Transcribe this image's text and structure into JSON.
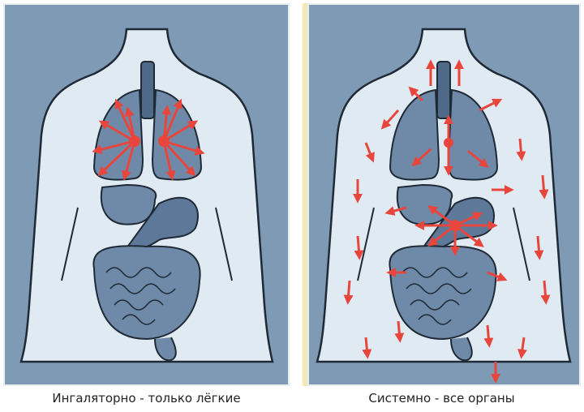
{
  "figure": {
    "left_panel": {
      "caption": "Ингаляторно - только лёгкие",
      "arrow_color": "#e8463c",
      "highlighted_organ": "lungs"
    },
    "right_panel": {
      "caption": "Системно - все органы",
      "arrow_color": "#e8463c",
      "highlighted_organ": "whole-body"
    },
    "colors": {
      "background": "#7f9ab4",
      "body_fill": "#dfeaf2",
      "organ_fill": "#6f8aa8",
      "outline": "#1f2a36",
      "divider": "#f6e7b8"
    }
  }
}
